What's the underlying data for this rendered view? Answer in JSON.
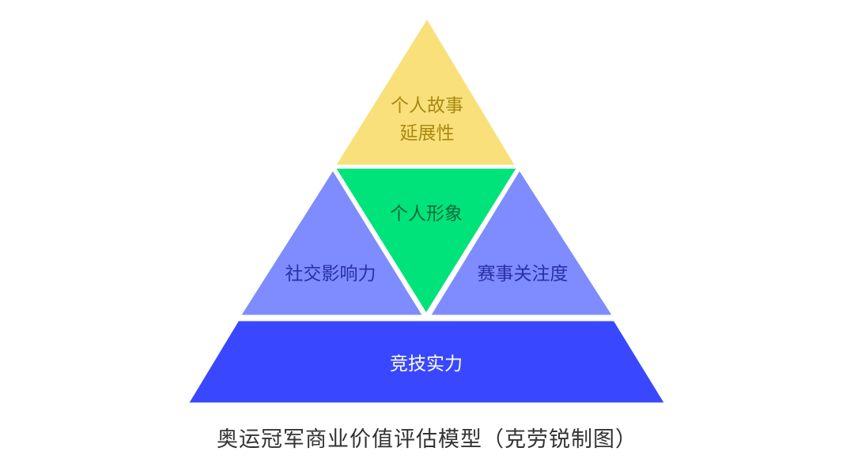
{
  "pyramid": {
    "top": {
      "line1": "个人故事",
      "line2": "延展性",
      "fill": "#F9E07A",
      "text_color": "#A88912"
    },
    "center": {
      "label": "个人形象",
      "fill": "#00E37A",
      "text_color": "#0D6B3C"
    },
    "left": {
      "label": "社交影响力",
      "fill": "#7E8CFF",
      "text_color": "#2A2FA8"
    },
    "right": {
      "label": "赛事关注度",
      "fill": "#7E8CFF",
      "text_color": "#2A2FA8"
    },
    "base": {
      "label": "竞技实力",
      "fill": "#3948FF",
      "text_color": "#FFFFFF"
    }
  },
  "caption": "奥运冠军商业价值评估模型（克劳锐制图）"
}
